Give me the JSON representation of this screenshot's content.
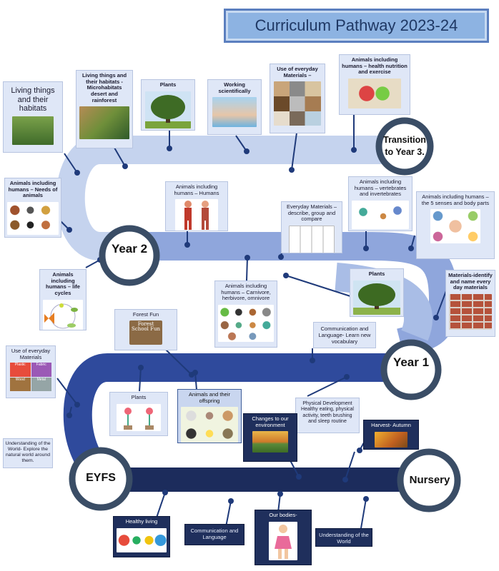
{
  "title": "Curriculum Pathway 2023-24",
  "nodes": {
    "transition": "Transition to Year 3.",
    "year2": "Year 2",
    "year1": "Year 1",
    "eyfs": "EYFS",
    "nursery": "Nursery"
  },
  "cards": {
    "living_things": "Living things and their habitats",
    "microhabitats": "Living things and their habitats - Microhabitats desert and rainforest",
    "plants_top": "Plants",
    "working_scientifically": "Working scientifically",
    "everyday_materials_top": "Use of everyday Materials –",
    "health_nutrition": "Animals including humans – health nutrition and exercise",
    "needs_of_animals": "Animals including humans – Needs of animals",
    "humans": "Animals including humans – Humans",
    "describe_group": "Everyday Materials – describe, group and compare",
    "vertebrates": "Animals including humans – vertebrates and invertebrates",
    "five_senses": "Animals including humans – the 5 senses and body parts",
    "life_cycles": "Animals including humans – life cycles",
    "carnivore": "Animals including humans – Carnivore, herbivore, omnivore",
    "plants_mid": "Plants",
    "materials_identify": "Materials-identify and name every day materials",
    "forest_fun": "Forest Fun",
    "forest_sign": "Forest School Fun",
    "comm_language_y1": "Communication and Language- Learn new vocabulary",
    "use_everyday_eyfs": "Use of everyday Materials",
    "material_labels": [
      "Plastic",
      "Fabric",
      "Wood",
      "Metal"
    ],
    "plants_eyfs": "Plants",
    "offspring": "Animals and their offspring",
    "physical_dev": "Physical Development Healthy eating, physical activity, teeth brushing and sleep routine",
    "understanding_world_eyfs": "Understanding of the World- Explore the natural world around them.",
    "changes_env": "Changes to our environment",
    "harvest": "Harvest- Autumn",
    "healthy_living": "Healthy living",
    "comm_language_n": "Communication and Language",
    "our_bodies": "Our bodies-",
    "understanding_world_n": "Understanding of the World"
  },
  "colors": {
    "road_top": "#c5d3ee",
    "road_mid": "#8fa6dc",
    "road_y1": "#5b78c9",
    "road_eyfs": "#2c4894",
    "road_nursery": "#1c2c5c",
    "ring": "#3a4d66"
  }
}
